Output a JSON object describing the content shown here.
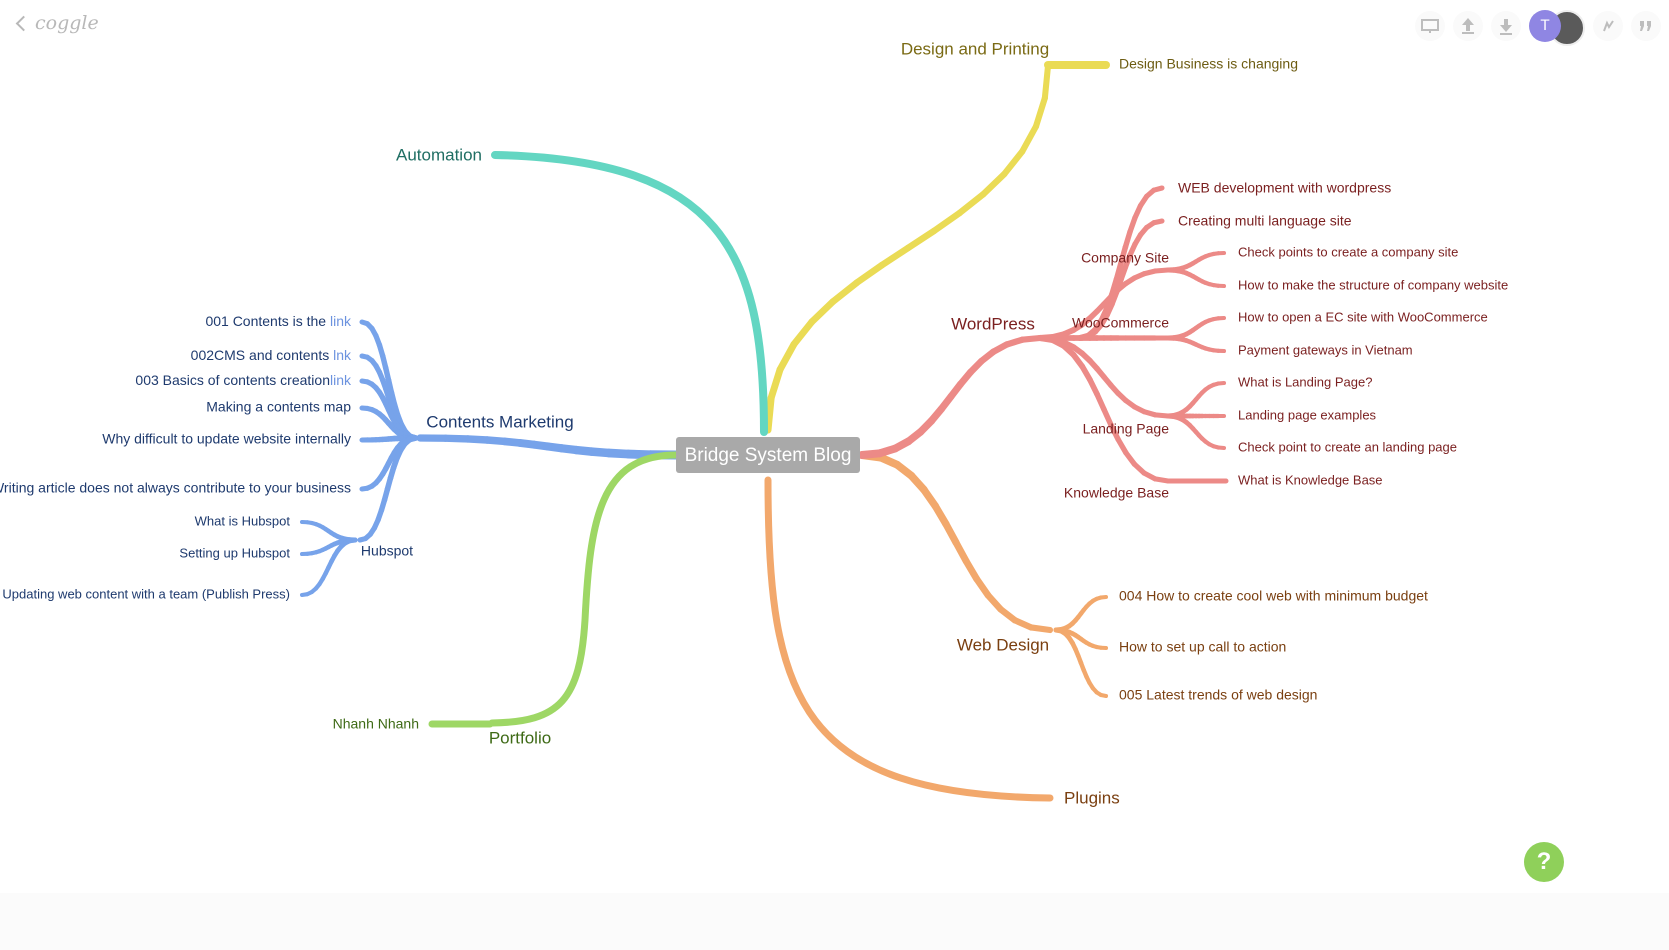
{
  "app": {
    "logo_text": "coggle"
  },
  "toolbar": {
    "icons": [
      "presentation-icon",
      "upload-icon",
      "download-icon",
      "history-icon",
      "comment-icon"
    ],
    "collaborator_initial": "T",
    "help_label": "?"
  },
  "mindmap": {
    "root": "Bridge System Blog",
    "colors": {
      "design": "#eadb55",
      "automation": "#63d6c2",
      "contents": "#77a3ea",
      "portfolio": "#9ed765",
      "wordpress": "#ec8a87",
      "webdesign": "#f2a86c"
    },
    "branches": [
      {
        "key": "design",
        "label": "Design and Printing",
        "children": [
          "Design Business is changing"
        ]
      },
      {
        "key": "automation",
        "label": "Automation",
        "children": []
      },
      {
        "key": "contents",
        "label": "Contents Marketing",
        "children": [
          {
            "text": "001 Contents is the ",
            "link": "link"
          },
          {
            "text": "002CMS and contents ",
            "link": "lnk"
          },
          {
            "text": "003 Basics of contents creation",
            "link": "link"
          },
          {
            "text": "Making a contents map"
          },
          {
            "text": "Why difficult to update website internally"
          },
          {
            "text": "Writing article does not always contribute to your business"
          }
        ],
        "sub": {
          "label": "Hubspot",
          "children": [
            "What is Hubspot",
            "Setting up Hubspot",
            "Updating web content with a team (Publish Press)"
          ]
        }
      },
      {
        "key": "portfolio",
        "label": "Portfolio",
        "children": [
          "Nhanh Nhanh"
        ]
      },
      {
        "key": "wordpress",
        "label": "WordPress",
        "children": [
          "WEB development with wordpress",
          "Creating multi language site"
        ],
        "subs": [
          {
            "label": "Company Site",
            "children": [
              "Check points to create a company site",
              "How to make the structure of company website"
            ]
          },
          {
            "label": "WooCommerce",
            "children": [
              "How to open a EC site with WooCommerce",
              "Payment gateways in Vietnam"
            ]
          },
          {
            "label": "Landing Page",
            "children": [
              "What is Landing Page?",
              "Landing page examples",
              "Check point to create an landing page"
            ]
          },
          {
            "label": "Knowledge Base",
            "children": [
              "What is Knowledge Base"
            ]
          }
        ]
      },
      {
        "key": "webdesign",
        "label": "Web Design",
        "children": [
          "004 How to create cool web with minimum budget",
          "How to set up call to action",
          "005 Latest trends of web design"
        ]
      },
      {
        "key": "plugins",
        "label": "Plugins",
        "children": []
      }
    ]
  }
}
